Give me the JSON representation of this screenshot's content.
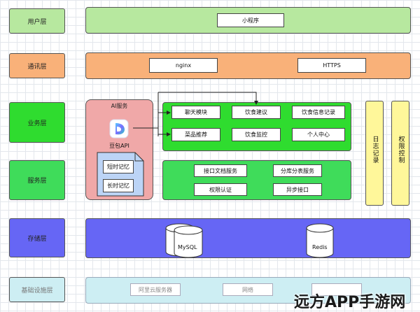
{
  "layers": {
    "user": "用户层",
    "comm": "通讯层",
    "business": "业务层",
    "service": "服务层",
    "storage": "存储层",
    "infra": "基础设施层"
  },
  "user_layer": {
    "miniprogram": "小程序"
  },
  "comm_layer": {
    "nginx": "nginx",
    "https": "HTTPS"
  },
  "ai_service": {
    "title": "AI服务",
    "doubao": "豆包API",
    "memory": [
      "短时记忆",
      "长时记忆"
    ]
  },
  "business_modules": [
    "聊天模块",
    "饮食建议",
    "饮食信息记录",
    "菜品推荐",
    "饮食监控",
    "个人中心"
  ],
  "service_modules": [
    "接口文档服务",
    "分库分表服务",
    "权限认证",
    "异步接口"
  ],
  "side_panels": {
    "log": "日志记录",
    "permission": "权限控制"
  },
  "storage": {
    "mysql": "MySQL",
    "redis": "Redis"
  },
  "infra_items": [
    "阿里云服务器",
    "网络"
  ],
  "watermark": "远方APP手游网",
  "colors": {
    "user_fill": "#b7e89f",
    "comm_fill": "#f9b179",
    "business_fill": "#2fdc2f",
    "service_fill": "#3fdc5a",
    "storage_fill": "#6666f5",
    "infra_fill": "#cdeef3",
    "ai_fill": "#f0a8a8",
    "memory_fill": "#bcd4f6",
    "panel_fill": "#fff79a"
  }
}
